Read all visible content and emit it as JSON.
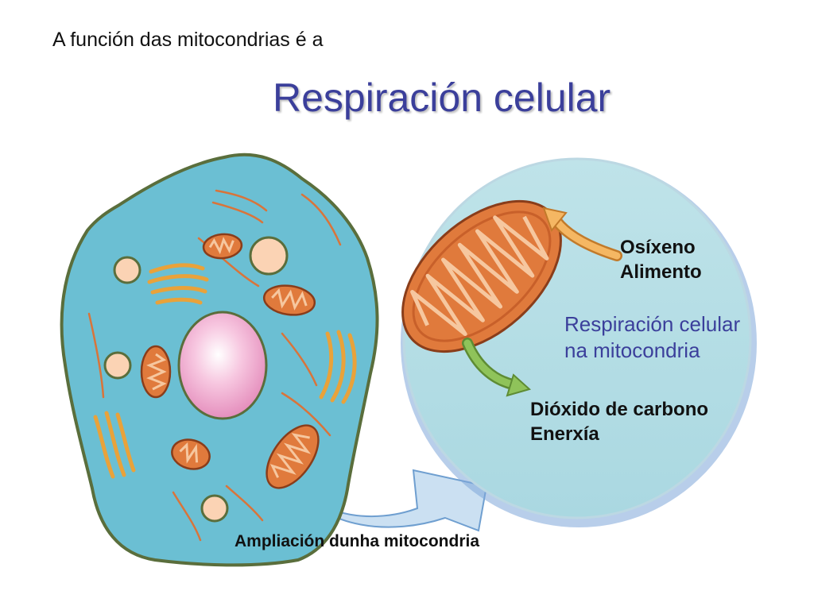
{
  "heading": {
    "intro": "A función das mitocondrias é a",
    "title": "Respiración celular"
  },
  "inputs": [
    "Osíxeno",
    "Alimento"
  ],
  "process_label": [
    "Respiración celular",
    "na mitocondria"
  ],
  "outputs": [
    "Dióxido de carbono",
    "Enerxía"
  ],
  "caption": "Ampliación dunha mitocondria",
  "colors": {
    "title": "#3b3f9b",
    "cell_body": "#6bbfd3",
    "cell_outline": "#5a6e3c",
    "nucleus": "#f3a8cf",
    "mitochondrion": "#e07a3c",
    "golgi": "#e9a23a",
    "vacuole": "#fbd3b4",
    "zoom_circle": "#b9dfe6",
    "input_arrow": "#f5b763",
    "output_arrow": "#8fc35a"
  }
}
